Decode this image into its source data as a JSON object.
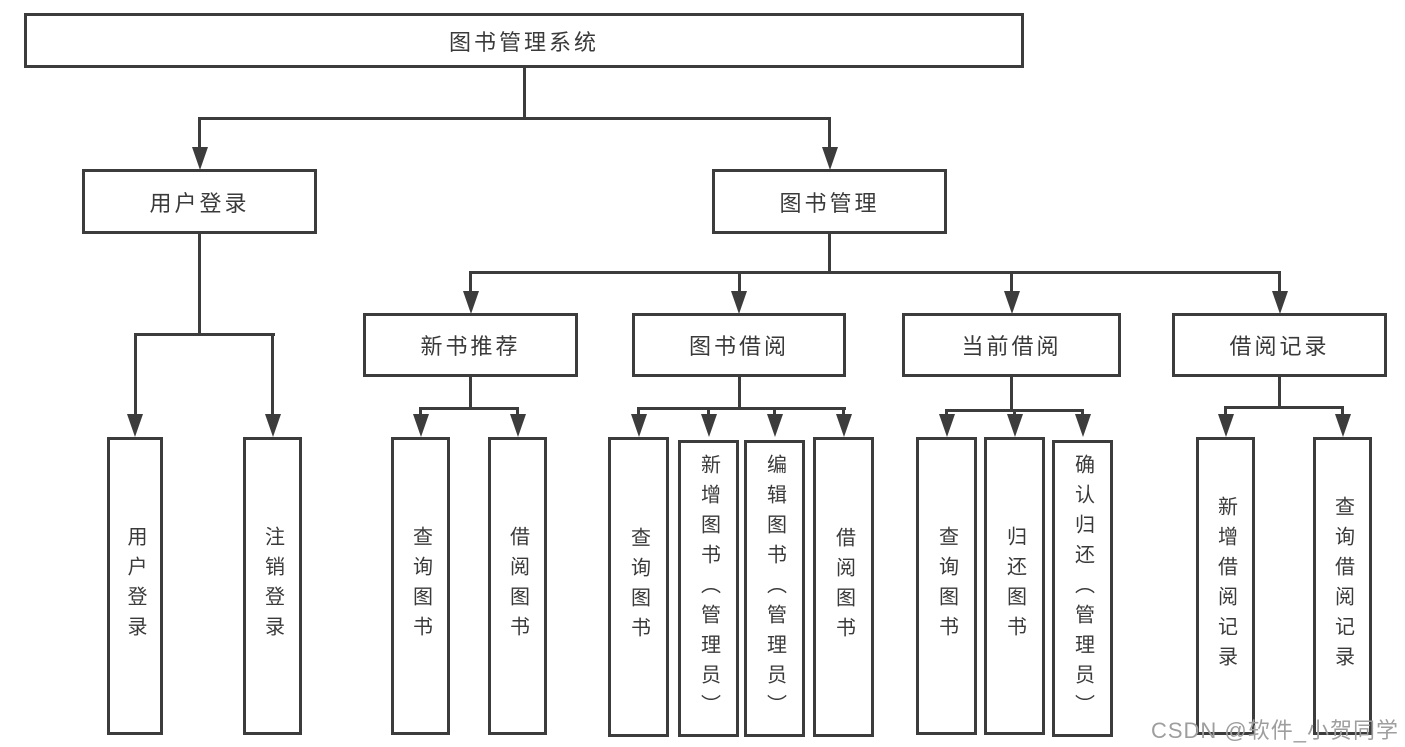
{
  "tree": {
    "label": "图书管理系统",
    "children": [
      {
        "label": "用户登录",
        "children": [
          {
            "label": "用户登录"
          },
          {
            "label": "注销登录"
          }
        ]
      },
      {
        "label": "图书管理",
        "children": [
          {
            "label": "新书推荐",
            "children": [
              {
                "label": "查询图书"
              },
              {
                "label": "借阅图书"
              }
            ]
          },
          {
            "label": "图书借阅",
            "children": [
              {
                "label": "查询图书"
              },
              {
                "label": "新增图书（管理员）"
              },
              {
                "label": "编辑图书（管理员）"
              },
              {
                "label": "借阅图书"
              }
            ]
          },
          {
            "label": "当前借阅",
            "children": [
              {
                "label": "查询图书"
              },
              {
                "label": "归还图书"
              },
              {
                "label": "确认归还（管理员）"
              }
            ]
          },
          {
            "label": "借阅记录",
            "children": [
              {
                "label": "新增借阅记录"
              },
              {
                "label": "查询借阅记录"
              }
            ]
          }
        ]
      }
    ]
  },
  "watermark": "CSDN @软件_小贺同学",
  "colors": {
    "background": "#ffffff",
    "box_border": "#3c3c3c",
    "connector": "#3c3c3c",
    "text": "#3a3a3a",
    "watermark_text": "#9e9e9e"
  }
}
